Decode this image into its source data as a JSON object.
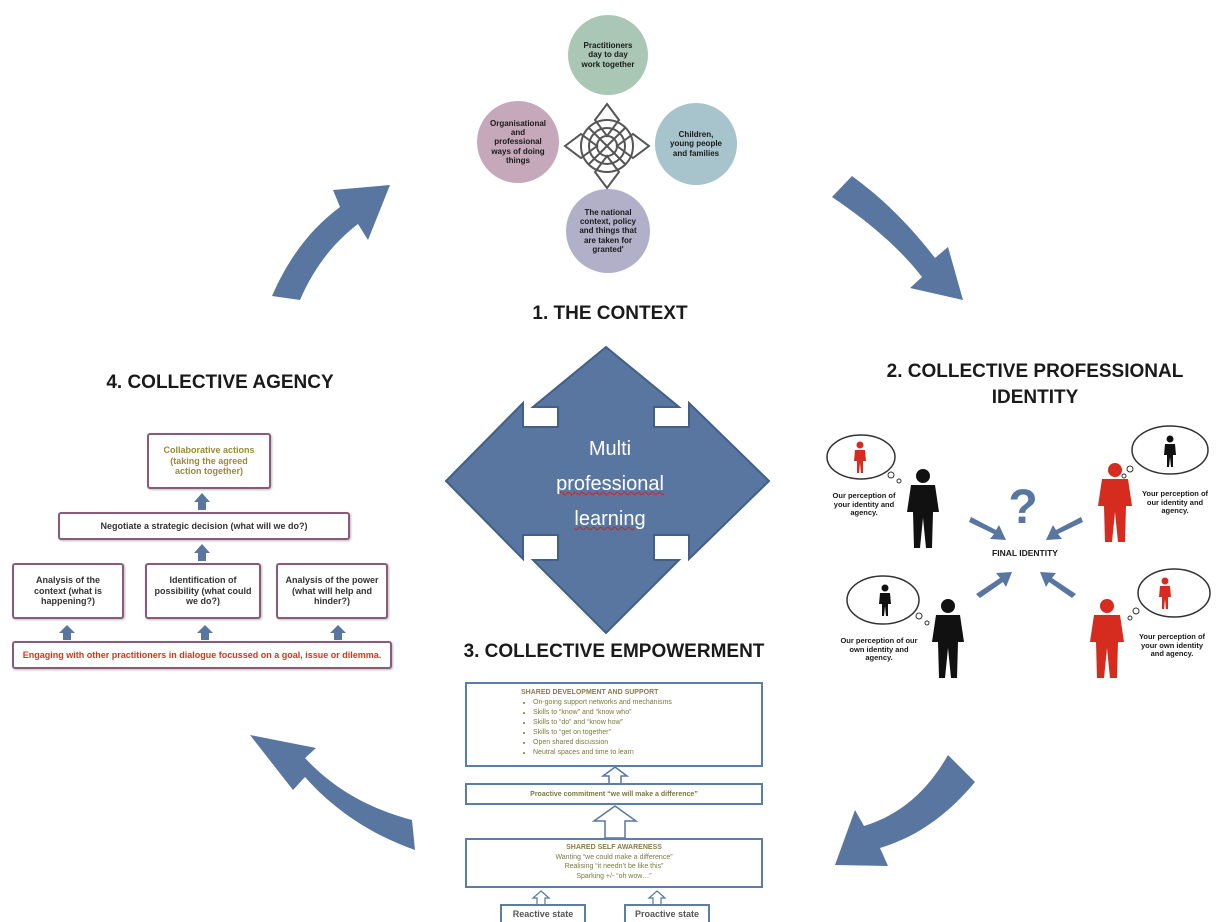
{
  "context": {
    "heading": "1. THE CONTEXT",
    "circles": {
      "top": "Practitioners day to day work together",
      "right": "Children, young people and families",
      "bottom": "The national context, policy and things that are taken for granted'",
      "left": "Organisational and professional ways of doing things"
    }
  },
  "identity": {
    "heading_line1": "2. COLLECTIVE PROFESSIONAL",
    "heading_line2": "IDENTITY",
    "perceptions": {
      "top_left": "Our perception of your identity and agency.",
      "top_right": "Your perception of our identity and agency.",
      "bottom_left": "Our perception of our own identity and agency.",
      "bottom_right": "Your perception of your own identity and agency."
    },
    "question_mark": "?",
    "final": "FINAL IDENTITY"
  },
  "empowerment": {
    "heading": "3. COLLECTIVE EMPOWERMENT",
    "shared_dev_title": "SHARED DEVELOPMENT AND SUPPORT",
    "shared_dev_items": [
      "On-going support networks and mechanisms",
      "Skills to “know” and “know who”",
      "Skills to “do” and “know how”",
      "Skills to “get on together”",
      "Open shared discussion",
      "Neutral spaces and time to learn"
    ],
    "commitment": "Proactive commitment “we will make a difference”",
    "awareness_title": "SHARED SELF AWARENESS",
    "awareness_lines": [
      "Wanting “we could make a difference”",
      "Realising “it needn’t be like this”",
      "Sparking +/-    “oh wow…”"
    ],
    "reactive": "Reactive state",
    "proactive": "Proactive state"
  },
  "agency": {
    "heading": "4. COLLECTIVE AGENCY",
    "collab": "Collaborative actions (taking the agreed action together)",
    "negotiate": "Negotiate a strategic decision (what will we do?)",
    "analysis_context": "Analysis of the context (what is happening?)",
    "identification": "Identification of possibility (what could we do?)",
    "analysis_power": "Analysis of the power (what will help and hinder?)",
    "engaging": "Engaging with other practitioners in dialogue focussed on a goal, issue or dilemma."
  },
  "center": {
    "line1": "Multi",
    "line2": "professional",
    "line3": "learning"
  },
  "colors": {
    "arrow_blue": "#5876a0",
    "circle_top": "#a9c7b4",
    "circle_right": "#a7c3cb",
    "circle_bottom": "#b2b0c8",
    "circle_left": "#c5a9bb",
    "figure_red": "#d62b1f",
    "box_border": "#8a5a7a",
    "engage_red": "#e03020"
  }
}
